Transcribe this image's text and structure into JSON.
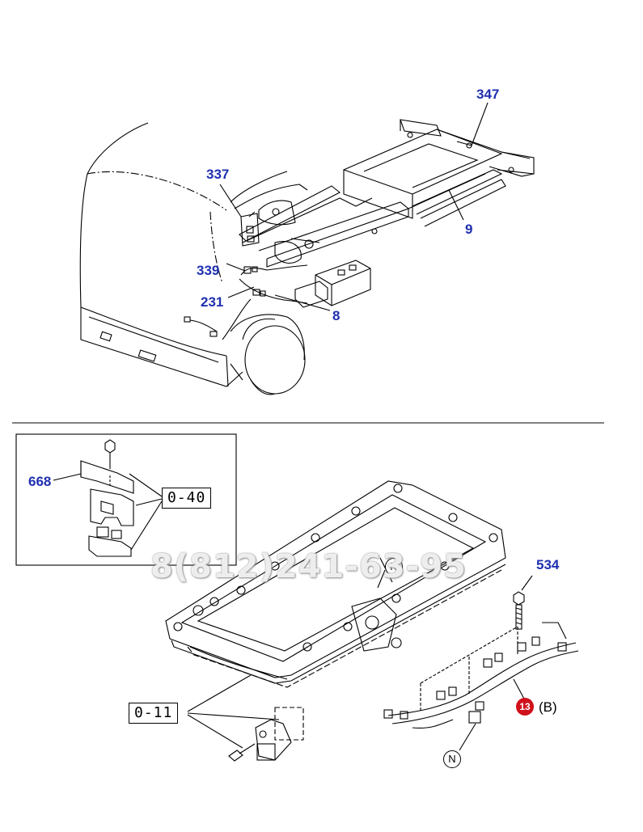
{
  "callouts": {
    "c347": "347",
    "c337": "337",
    "c9": "9",
    "c339": "339",
    "c231": "231",
    "c8": "8",
    "c668": "668",
    "c534": "534"
  },
  "refs": {
    "r040": "0-40",
    "r011": "0-11"
  },
  "markers": {
    "n_top": "N",
    "n_bottom": "N",
    "badge": "13",
    "variant": "(B)"
  },
  "watermark": "8(812)241-63-95",
  "colors": {
    "callout": "#1f2fb0",
    "badge": "#d0101a",
    "line": "#000000"
  }
}
